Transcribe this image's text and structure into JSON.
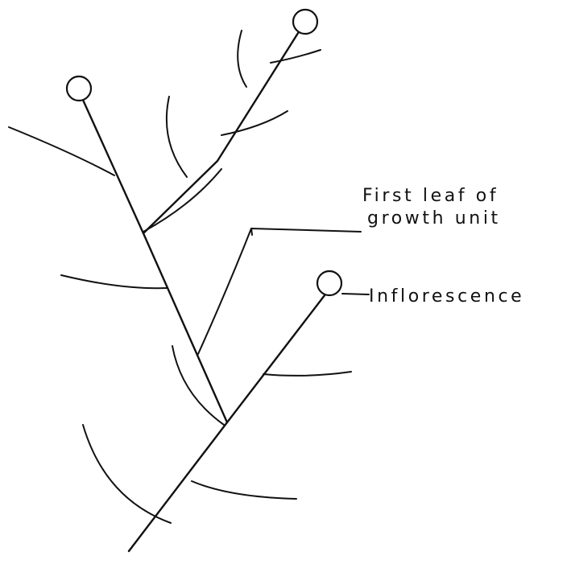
{
  "diagram": {
    "labels": {
      "first_leaf_line1": "First leaf of",
      "first_leaf_line2": "growth unit",
      "inflorescence": "Inflorescence"
    }
  }
}
